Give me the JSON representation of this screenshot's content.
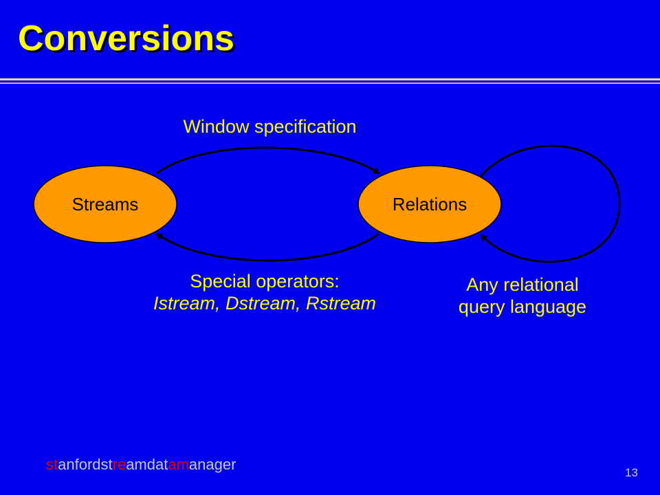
{
  "slide": {
    "title": "Conversions",
    "page_number": "13"
  },
  "diagram": {
    "nodes": {
      "streams": "Streams",
      "relations": "Relations"
    },
    "edges": {
      "window_specification": "Window specification",
      "special_operators_line1": "Special operators:",
      "special_operators_line2": "Istream, Dstream, Rstream",
      "relational_line1": "Any relational",
      "relational_line2": "query language"
    }
  },
  "footer": {
    "part1": "st",
    "part2": "anfordst",
    "part3": "re",
    "part4": "amdat",
    "part5": "am",
    "part6": "anager"
  },
  "colors": {
    "background": "#0000ee",
    "title": "#ffff00",
    "node_fill": "#ff9900",
    "edge": "#000000",
    "label": "#ffff00",
    "footer_text": "#c8c8c8",
    "footer_highlight": "#e00000"
  }
}
